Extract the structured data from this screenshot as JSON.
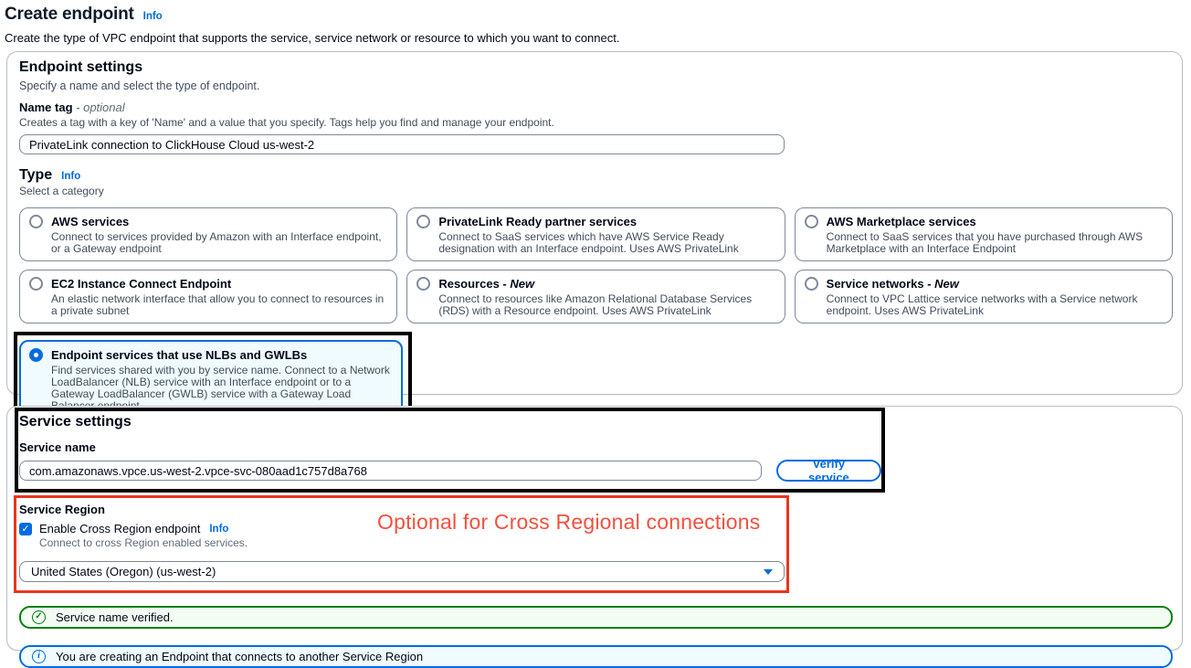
{
  "page": {
    "title": "Create endpoint",
    "info_label": "Info",
    "description": "Create the type of VPC endpoint that supports the service, service network or resource to which you want to connect."
  },
  "endpoint_settings": {
    "heading": "Endpoint settings",
    "subheading": "Specify a name and select the type of endpoint.",
    "name_tag": {
      "label": "Name tag",
      "label_suffix": "- optional",
      "helper": "Creates a tag with a key of 'Name' and a value that you specify. Tags help you find and manage your endpoint.",
      "value": "PrivateLink connection to ClickHouse Cloud us-west-2"
    },
    "type": {
      "heading": "Type",
      "info_label": "Info",
      "subheading": "Select a category",
      "tiles": [
        {
          "title": "AWS services",
          "suffix": "",
          "selected": false,
          "description": "Connect to services provided by Amazon with an Interface endpoint, or a Gateway endpoint"
        },
        {
          "title": "PrivateLink Ready partner services",
          "suffix": "",
          "selected": false,
          "description": "Connect to SaaS services which have AWS Service Ready designation with an Interface endpoint. Uses AWS PrivateLink"
        },
        {
          "title": "AWS Marketplace services",
          "suffix": "",
          "selected": false,
          "description": "Connect to SaaS services that you have purchased through AWS Marketplace with an Interface Endpoint"
        },
        {
          "title": "EC2 Instance Connect Endpoint",
          "suffix": "",
          "selected": false,
          "description": "An elastic network interface that allow you to connect to resources in a private subnet"
        },
        {
          "title": "Resources",
          "suffix": "New",
          "selected": false,
          "description": "Connect to resources like Amazon Relational Database Services (RDS) with a Resource endpoint. Uses AWS PrivateLink"
        },
        {
          "title": "Service networks",
          "suffix": "New",
          "selected": false,
          "description": "Connect to VPC Lattice service networks with a Service network endpoint. Uses AWS PrivateLink"
        },
        {
          "title": "Endpoint services that use NLBs and GWLBs",
          "suffix": "",
          "selected": true,
          "description": "Find services shared with you by service name. Connect to a Network LoadBalancer (NLB) service with an Interface endpoint or to a Gateway LoadBalancer (GWLB) service with a Gateway Load Balancer endpoint"
        }
      ]
    }
  },
  "service_settings": {
    "heading": "Service settings",
    "service_name": {
      "label": "Service name",
      "value": "com.amazonaws.vpce.us-west-2.vpce-svc-080aad1c757d8a768"
    },
    "verify_button_label": "Verify service",
    "service_region": {
      "label": "Service Region",
      "checkbox_label": "Enable Cross Region endpoint",
      "checkbox_checked": true,
      "checkbox_glyph": "✓",
      "info_label": "Info",
      "helper": "Connect to cross Region enabled services.",
      "selected_region": "United States (Oregon) (us-west-2)"
    },
    "alerts": {
      "success_text": "Service name verified.",
      "success_glyph": "✓",
      "info_text": "You are creating an Endpoint that connects to another Service Region",
      "info_glyph": "i"
    }
  },
  "annotations": {
    "cross_region_note": "Optional for Cross Regional connections",
    "highlight_color": "#000000",
    "note_border_color": "#e8361e",
    "note_text_color": "#f4503e"
  },
  "colors": {
    "accent_blue": "#006ce0",
    "success_green": "#037f0c",
    "selected_tile_bg": "#f0fbff",
    "success_bg": "#f2fcf3",
    "info_bg": "#f0fbff"
  }
}
